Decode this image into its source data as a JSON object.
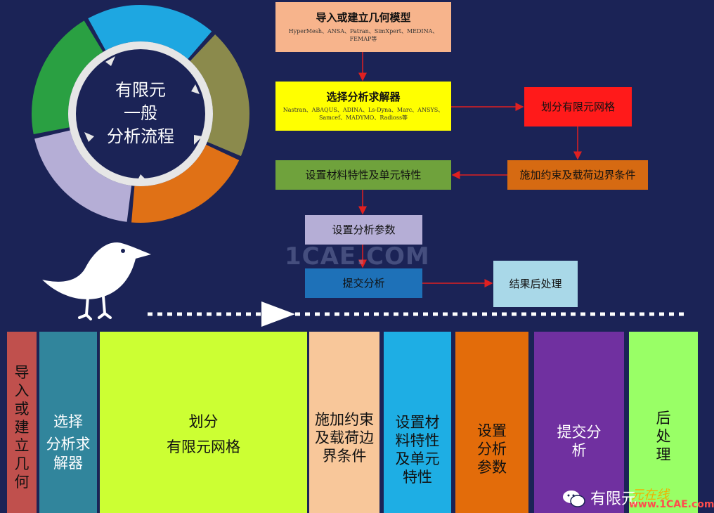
{
  "wheel": {
    "title_lines": [
      "有限元",
      "一般",
      "分析流程"
    ],
    "segments": [
      {
        "color": "#1ea7e1"
      },
      {
        "color": "#8b8a4c"
      },
      {
        "color": "#e07116"
      },
      {
        "color": "#b5aed6"
      },
      {
        "color": "#2aa042"
      }
    ]
  },
  "flow": {
    "import": {
      "title": "导入或建立几何模型",
      "subtitle": "HyperMesh、ANSA、Patran、SimXpert、MEDINA、FEMAP等",
      "color": "#f7b48c"
    },
    "solver": {
      "title": "选择分析求解器",
      "subtitle": "Nastran、ABAQUS、ADINA、Ls-Dyna、Marc、ANSYS、Samcef、MADYMO、Radioss等",
      "color": "#ffff00"
    },
    "mesh": {
      "title": "划分有限元网格",
      "color": "#ff1a1a"
    },
    "loads": {
      "title": "施加约束及载荷边界条件",
      "color": "#d66a12"
    },
    "material": {
      "title": "设置材料特性及单元特性",
      "color": "#6fa23c"
    },
    "params": {
      "title": "设置分析参数",
      "color": "#b5aed6"
    },
    "submit": {
      "title": "提交分析",
      "color": "#1e71b8"
    },
    "post": {
      "title": "结果后处理",
      "color": "#a9d8e8"
    }
  },
  "watermark": "1CAE.COM",
  "columns": [
    {
      "lines": [
        "导",
        "入",
        "或",
        "建",
        "立",
        "几",
        "何"
      ],
      "color": "#c0504d"
    },
    {
      "lines": [
        "选择",
        "分析求",
        "解器"
      ],
      "color": "#31859c"
    },
    {
      "lines": [
        "划分",
        "有限元网格"
      ],
      "color": "#ccff33"
    },
    {
      "lines": [
        "施加约束",
        "及载荷边",
        "界条件"
      ],
      "color": "#f8c79a"
    },
    {
      "lines": [
        "设置材",
        "料特性",
        "及单元",
        "特性"
      ],
      "color": "#1eaee4"
    },
    {
      "lines": [
        "设置",
        "分析",
        "参数"
      ],
      "color": "#e36c0a"
    },
    {
      "lines": [
        "提交分",
        "析"
      ],
      "color": "#7030a0"
    },
    {
      "lines": [
        "后",
        "处",
        "理"
      ],
      "color": "#99ff66"
    }
  ],
  "footer": {
    "name": "有限元",
    "site": "www.1CAE.com",
    "overlay": "元在线"
  }
}
